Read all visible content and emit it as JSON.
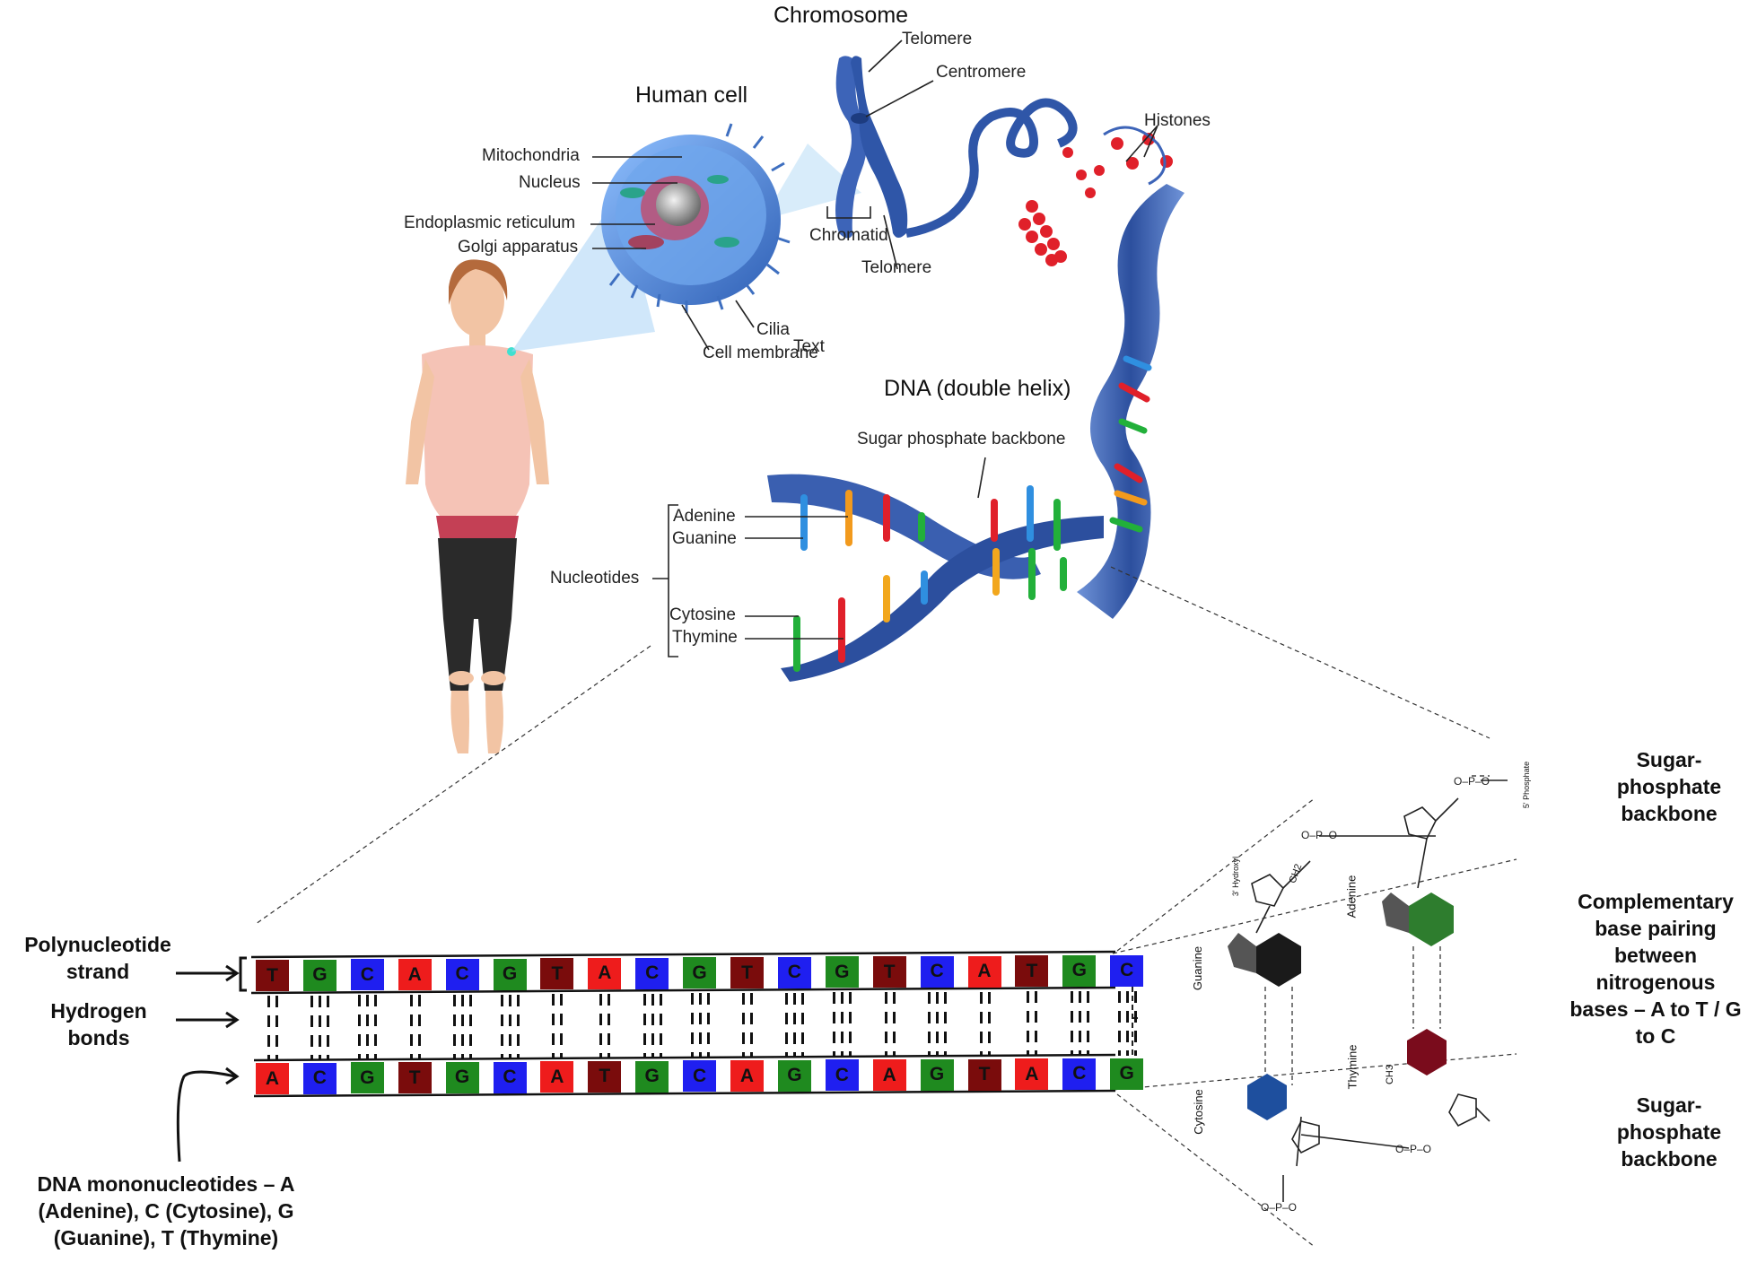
{
  "colors": {
    "A": "#ee1c1c",
    "C": "#1f1ff0",
    "G": "#1f8a1f",
    "T": "#7a0c0c",
    "helix": "#3a5fb0",
    "cell": "#4f86d8"
  },
  "top_figure": {
    "chromosome_title": "Chromosome",
    "human_cell_title": "Human cell",
    "dna_title": "DNA (double helix)",
    "cell_labels": {
      "mitochondria": "Mitochondria",
      "nucleus": "Nucleus",
      "er": "Endoplasmic reticulum",
      "golgi": "Golgi apparatus",
      "cilia": "Cilia",
      "cell_membrane": "Cell membrane",
      "text_overlay": "Text"
    },
    "chromosome_labels": {
      "telomere_top": "Telomere",
      "centromere": "Centromere",
      "chromatid": "Chromatid",
      "telomere_bottom": "Telomere",
      "histones": "Histones"
    },
    "dna_labels": {
      "backbone": "Sugar phosphate backbone",
      "nucleotides": "Nucleotides",
      "adenine": "Adenine",
      "guanine": "Guanine",
      "cytosine": "Cytosine",
      "thymine": "Thymine"
    }
  },
  "strand": {
    "top": [
      "T",
      "G",
      "C",
      "A",
      "C",
      "G",
      "T",
      "A",
      "C",
      "G",
      "T",
      "C",
      "G",
      "T",
      "C",
      "A",
      "T",
      "G",
      "C"
    ],
    "bottom": [
      "A",
      "C",
      "G",
      "T",
      "G",
      "C",
      "A",
      "T",
      "G",
      "C",
      "A",
      "G",
      "C",
      "A",
      "G",
      "T",
      "A",
      "C",
      "G"
    ],
    "hbonds": [
      2,
      3,
      3,
      2,
      3,
      3,
      2,
      2,
      3,
      3,
      2,
      3,
      3,
      2,
      3,
      2,
      2,
      3,
      3
    ]
  },
  "left_labels": {
    "polynucleotide": "Polynucleotide strand",
    "hydrogen": "Hydrogen bonds",
    "mononucleotides": "DNA mononucleotides – A (Adenine), C (Cytosine), G (Guanine), T (Thymine)"
  },
  "right_labels": {
    "backbone_top": "Sugar-phosphate backbone",
    "pairing": "Complementary base pairing between nitrogenous bases – A to T / G to C",
    "backbone_bottom": "Sugar-phosphate backbone"
  },
  "chem_labels": {
    "guanine": "Guanine",
    "adenine": "Adenine",
    "cytosine": "Cytosine",
    "thymine": "Thymine",
    "hydroxyl": "3' Hydroxyl",
    "phosphate": "5' Phosphate",
    "ch2": "CH2",
    "ch3": "CH3"
  }
}
